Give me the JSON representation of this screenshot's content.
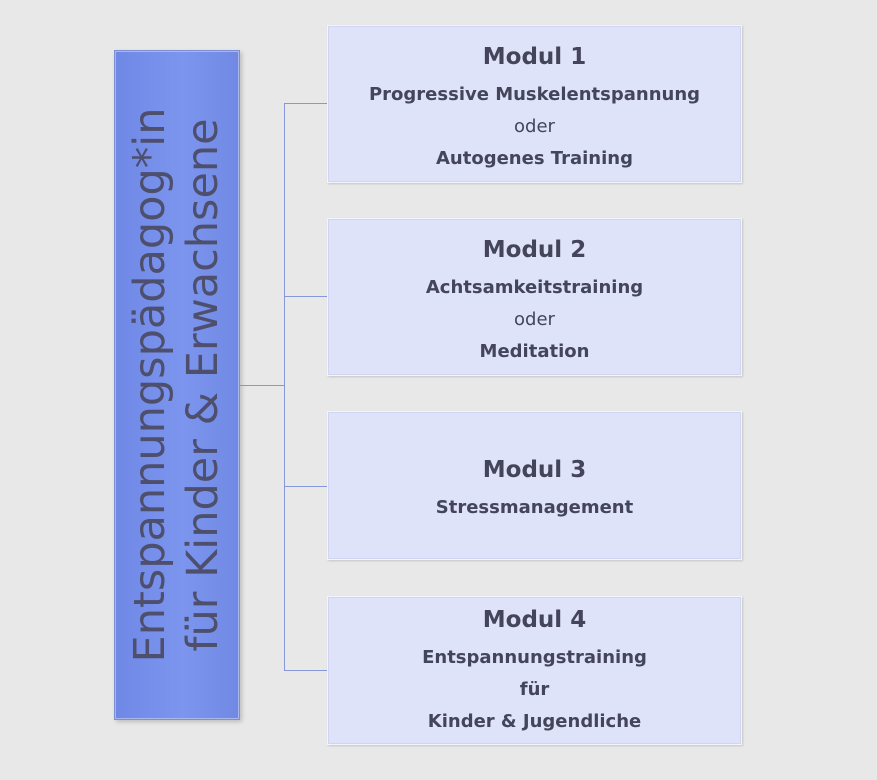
{
  "root": {
    "lines": [
      "Entspannungspädagog*in",
      "für Kinder &  Erwachsene"
    ]
  },
  "modules": [
    {
      "title": "Modul 1",
      "lines": [
        "Progressive Muskelentspannung",
        "oder",
        "Autogenes Training"
      ]
    },
    {
      "title": "Modul 2",
      "lines": [
        "Achtsamkeitstraining",
        "oder",
        "Meditation"
      ]
    },
    {
      "title": "Modul 3",
      "lines": [
        "Stressmanagement"
      ]
    },
    {
      "title": "Modul 4",
      "lines": [
        "Entspannungstraining",
        "für",
        "Kinder & Jugendliche"
      ]
    }
  ],
  "colors": {
    "background": "#e8e8e8",
    "root_box": "#7c95ee",
    "module_box": "#dfe3f9",
    "connector": "#8597d8",
    "text": "#44455a"
  }
}
